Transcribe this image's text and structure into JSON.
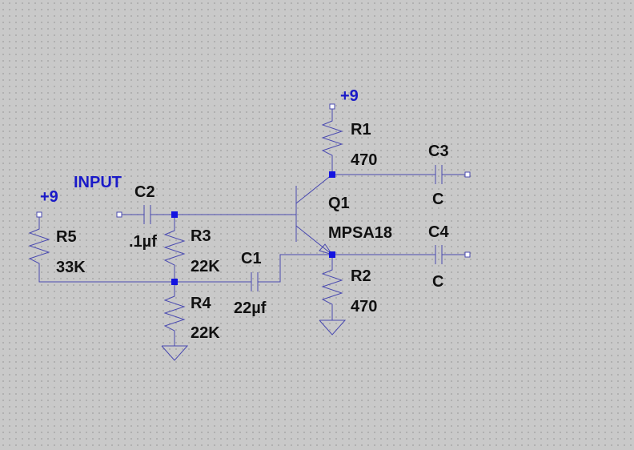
{
  "nets": {
    "vcc_top": "+9",
    "vcc_left": "+9",
    "input": "INPUT"
  },
  "components": {
    "R1": {
      "ref": "R1",
      "value": "470"
    },
    "R2": {
      "ref": "R2",
      "value": "470"
    },
    "R3": {
      "ref": "R3",
      "value": "22K"
    },
    "R4": {
      "ref": "R4",
      "value": "22K"
    },
    "R5": {
      "ref": "R5",
      "value": "33K"
    },
    "C1": {
      "ref": "C1",
      "value": "22µf"
    },
    "C2": {
      "ref": "C2",
      "value": ".1µf"
    },
    "C3": {
      "ref": "C3",
      "value": "C"
    },
    "C4": {
      "ref": "C4",
      "value": "C"
    },
    "Q1": {
      "ref": "Q1",
      "value": "MPSA18"
    }
  }
}
